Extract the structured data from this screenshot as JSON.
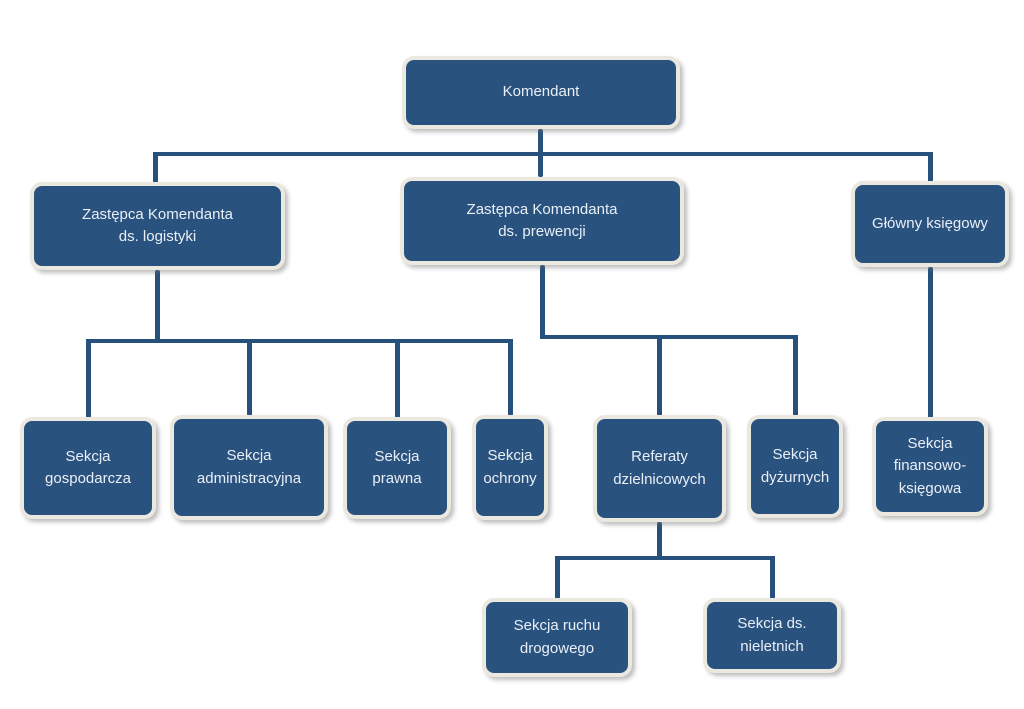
{
  "colors": {
    "box_fill": "#2A527F",
    "box_border": "#EBE8E0",
    "connector": "#27507C",
    "text": "#E9EFF6",
    "background": "#FFFFFF"
  },
  "nodes": {
    "komendant": {
      "label": "Komendant"
    },
    "zastepca_logistyki": {
      "label": "Zastępca Komendanta\nds. logistyki"
    },
    "zastepca_prewencji": {
      "label": "Zastępca Komendanta\nds. prewencji"
    },
    "glowny_ksiegowy": {
      "label": "Główny księgowy"
    },
    "sekcja_gospodarcza": {
      "label": "Sekcja\ngospodarcza"
    },
    "sekcja_administracyjna": {
      "label": "Sekcja\nadministracyjna"
    },
    "sekcja_prawna": {
      "label": "Sekcja\nprawna"
    },
    "sekcja_ochrony": {
      "label": "Sekcja\nochrony"
    },
    "referaty_dzielnicowych": {
      "label": "Referaty\ndzielnicowych"
    },
    "sekcja_dyzurnych": {
      "label": "Sekcja\ndyżurnych"
    },
    "sekcja_finansowo_ksiegowa": {
      "label": "Sekcja\nfinansowo-\nksięgowa"
    },
    "sekcja_ruchu_drogowego": {
      "label": "Sekcja ruchu\ndrogowego"
    },
    "sekcja_ds_nieletnich": {
      "label": "Sekcja ds.\nnieletnich"
    }
  },
  "hierarchy": {
    "komendant": [
      "zastepca_logistyki",
      "zastepca_prewencji",
      "glowny_ksiegowy"
    ],
    "zastepca_logistyki": [
      "sekcja_gospodarcza",
      "sekcja_administracyjna",
      "sekcja_prawna",
      "sekcja_ochrony"
    ],
    "zastepca_prewencji": [
      "referaty_dzielnicowych",
      "sekcja_dyzurnych"
    ],
    "glowny_ksiegowy": [
      "sekcja_finansowo_ksiegowa"
    ],
    "referaty_dzielnicowych": [
      "sekcja_ruchu_drogowego",
      "sekcja_ds_nieletnich"
    ]
  }
}
